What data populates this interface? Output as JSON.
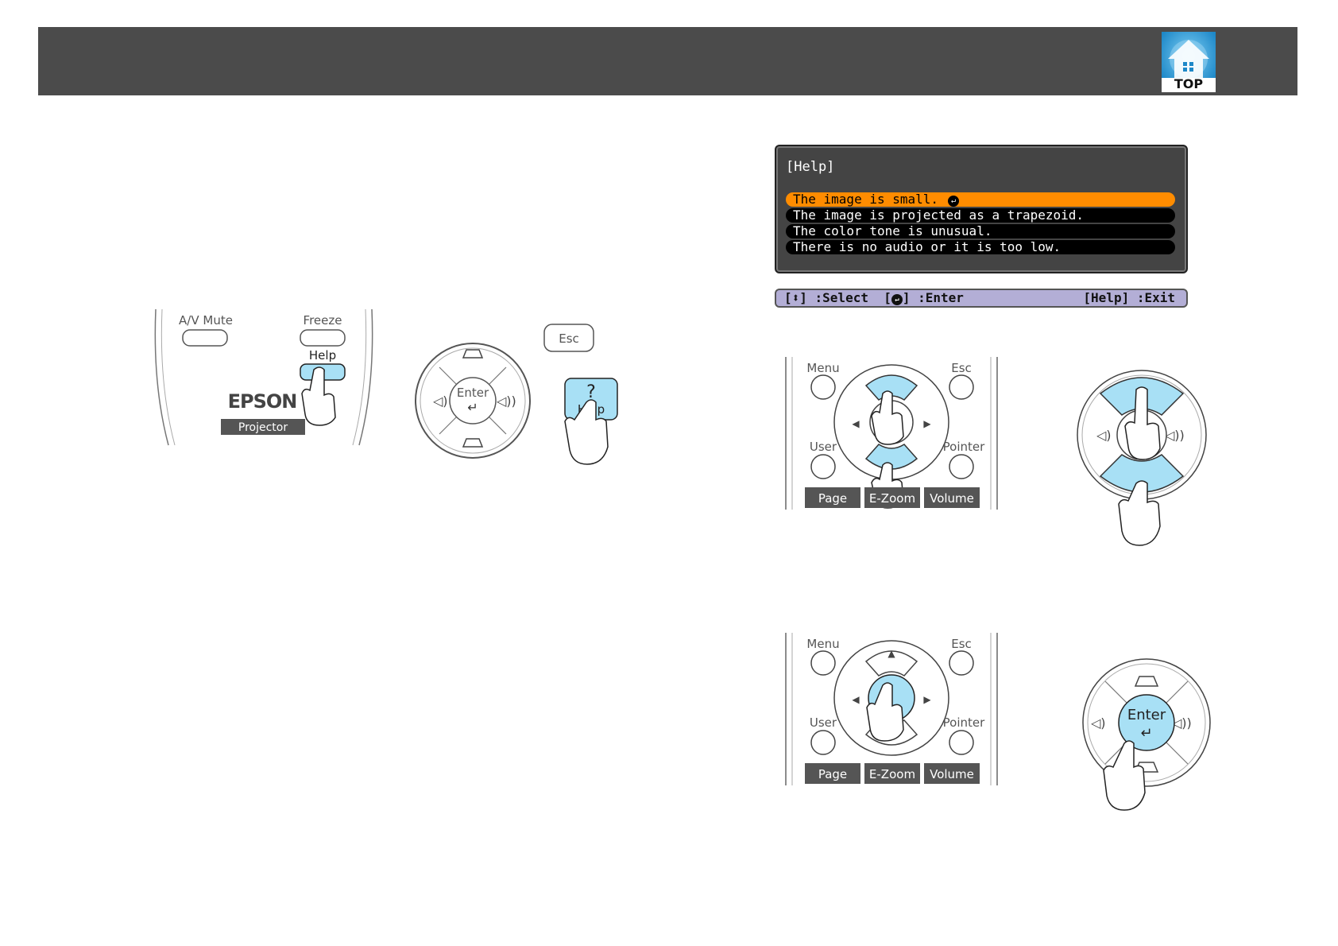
{
  "top_icon": {
    "label": "TOP",
    "icon": "house-icon"
  },
  "help_panel": {
    "title": "[Help]",
    "items": [
      {
        "label": "The image is small.",
        "selected": true
      },
      {
        "label": "The image is projected as a trapezoid.",
        "selected": false
      },
      {
        "label": "The color tone is unusual.",
        "selected": false
      },
      {
        "label": "There is no audio or it is too low.",
        "selected": false
      }
    ]
  },
  "guide_bar": {
    "select": "[⬍] :Select",
    "enter_prefix": "[",
    "enter_suffix": "] :Enter",
    "exit": "[Help] :Exit"
  },
  "remote_labels": {
    "av_mute": "A/V Mute",
    "freeze": "Freeze",
    "help": "Help",
    "help_glyph": "?",
    "brand": "EPSON",
    "projector": "Projector",
    "esc": "Esc",
    "enter": "Enter",
    "menu": "Menu",
    "user": "User",
    "pointer": "Pointer",
    "page": "Page",
    "ezoom": "E-Zoom",
    "volume": "Volume"
  },
  "colors": {
    "header": "#4b4b4b",
    "highlight_button": "#a8e0f5",
    "selected_item": "#ff8c00",
    "guide_bar": "#b3aed6",
    "top_icon": "#3aa0d8"
  }
}
